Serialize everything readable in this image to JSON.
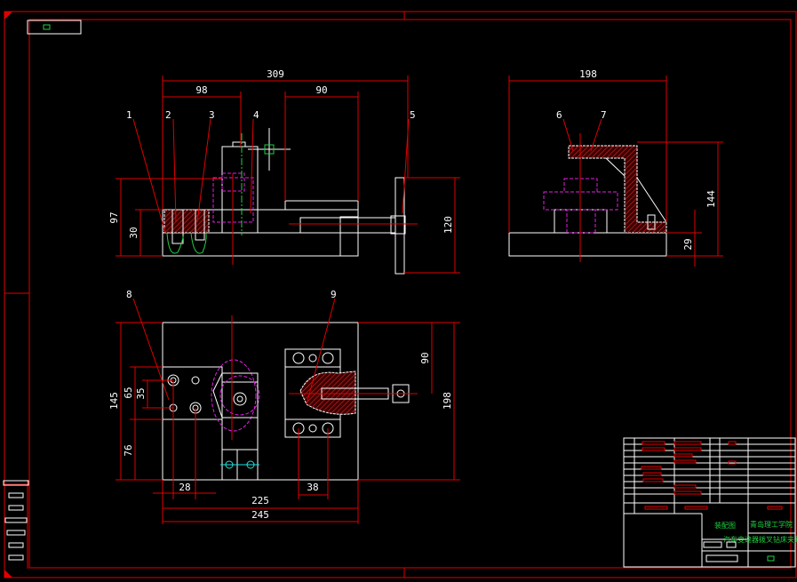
{
  "drawing": {
    "colors": {
      "background": "#000000",
      "frame": "#e00000",
      "geometry": "#ffffff",
      "hidden": "#e020e0",
      "annotation": "#20d040",
      "centerline": "#20e0e0"
    },
    "front_view": {
      "dimensions": {
        "overall_length": "309",
        "d98": "98",
        "d90": "90",
        "height97": "97",
        "height30": "30",
        "height120": "120"
      },
      "balloons": [
        "1",
        "2",
        "3",
        "4",
        "5"
      ]
    },
    "side_view": {
      "dimensions": {
        "width": "198",
        "height144": "144",
        "height29": "29"
      },
      "balloons": [
        "6",
        "7"
      ]
    },
    "top_view": {
      "dimensions": {
        "d145": "145",
        "d65": "65",
        "d35": "35",
        "d76": "76",
        "d90": "90",
        "d198": "198",
        "d28": "28",
        "d38": "38",
        "d225": "225",
        "d245": "245"
      },
      "balloons": [
        "8",
        "9"
      ]
    },
    "title_block": {
      "drawing_name": "装配图",
      "school": "青岛理工学院",
      "project": "汽车变速器拨叉钻床夹具"
    }
  }
}
